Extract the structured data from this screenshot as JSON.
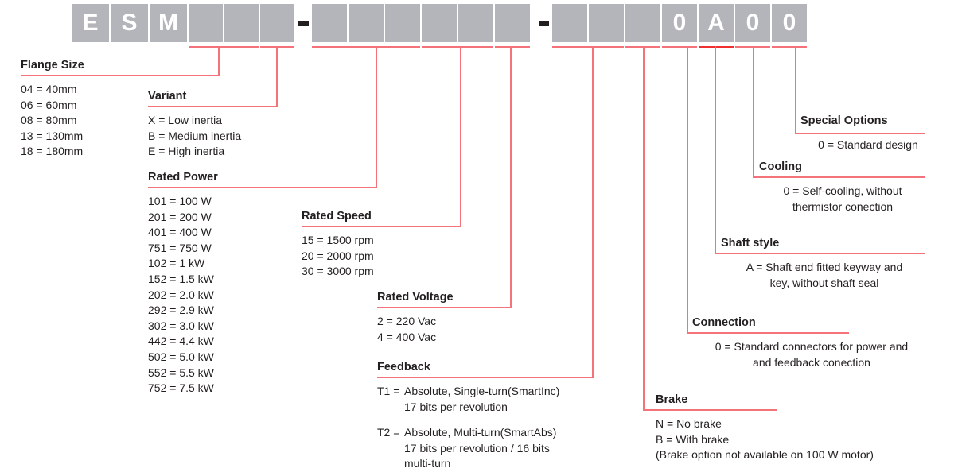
{
  "part_number": {
    "characters": [
      "E",
      "S",
      "M",
      "",
      "",
      "",
      "-",
      "",
      "",
      "",
      "",
      "",
      "",
      "-",
      "",
      "",
      "",
      "0",
      "A",
      "0",
      "0"
    ],
    "prefix": "ESM",
    "example": "ESM - - 0A00"
  },
  "sections": {
    "flange_size": {
      "title": "Flange Size",
      "items": [
        "04 = 40mm",
        "06 = 60mm",
        "08 = 80mm",
        "13 = 130mm",
        "18 = 180mm"
      ]
    },
    "variant": {
      "title": "Variant",
      "items": [
        "X = Low inertia",
        "B = Medium inertia",
        "E = High inertia"
      ]
    },
    "rated_power": {
      "title": "Rated Power",
      "items": [
        "101 = 100 W",
        "201 = 200 W",
        "401 = 400 W",
        "751 = 750 W",
        "102 = 1 kW",
        "152 = 1.5 kW",
        "202 = 2.0 kW",
        "292 = 2.9 kW",
        "302 = 3.0 kW",
        "442 = 4.4 kW",
        "502 = 5.0 kW",
        "552 = 5.5 kW",
        "752 = 7.5 kW"
      ]
    },
    "rated_speed": {
      "title": "Rated Speed",
      "items": [
        "15 = 1500 rpm",
        "20 = 2000 rpm",
        "30 = 3000 rpm"
      ]
    },
    "rated_voltage": {
      "title": "Rated Voltage",
      "items": [
        "2 = 220 Vac",
        "4 = 400 Vac"
      ]
    },
    "feedback": {
      "title": "Feedback",
      "entries": [
        {
          "key": "T1 =",
          "line1": "Absolute, Single-turn(SmartInc)",
          "line2": "17 bits per revolution",
          "line3": ""
        },
        {
          "key": "T2 =",
          "line1": "Absolute, Multi-turn(SmartAbs)",
          "line2": "17 bits per revolution / 16 bits",
          "line3": "multi-turn"
        }
      ]
    },
    "brake": {
      "title": "Brake",
      "items": [
        "N = No brake",
        "B = With brake",
        "(Brake option not available on 100 W motor)"
      ]
    },
    "connection": {
      "title": "Connection",
      "line1": "0 = Standard connectors for power and",
      "line2": "and feedback conection"
    },
    "shaft_style": {
      "title": "Shaft style",
      "line1": "A = Shaft end fitted keyway and",
      "line2": "key, without shaft seal"
    },
    "cooling": {
      "title": "Cooling",
      "line1": "0 = Self-cooling, without",
      "line2": "thermistor conection"
    },
    "special_options": {
      "title": "Special Options",
      "line1": "0 = Standard design"
    }
  },
  "colors": {
    "box_grey": "#b4b5ba",
    "leader_red": "#f4737a",
    "leader_red_bright": "#f03030",
    "text": "#231f20",
    "box_text": "#ffffff"
  }
}
